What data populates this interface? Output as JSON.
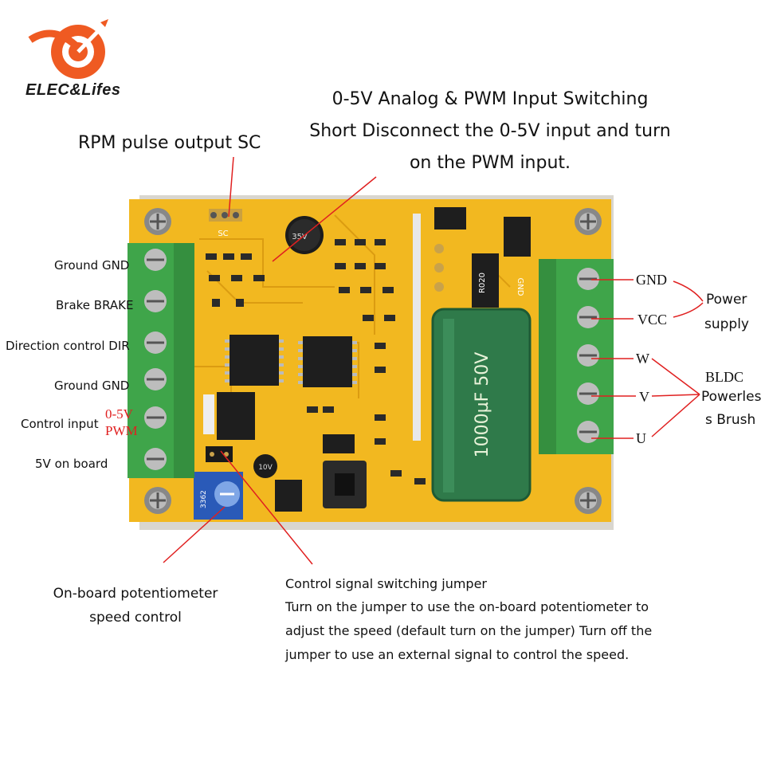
{
  "logo": {
    "text": "ELEC&Lifes"
  },
  "callouts": {
    "pwm_switch": {
      "line1": "0-5V Analog & PWM Input Switching",
      "line2": "Short Disconnect the 0-5V input and turn",
      "line3": "on the PWM input."
    },
    "rpm_output": "RPM pulse output SC",
    "left_terminals": [
      "Ground GND",
      "Brake BRAKE",
      "Direction control DIR",
      "Ground GND",
      "Control input",
      "5V on board"
    ],
    "control_input_modes": {
      "line1": "0-5V",
      "line2": "PWM"
    },
    "right_terminals": [
      "GND",
      "VCC",
      "W",
      "V",
      "U"
    ],
    "power_supply": {
      "line1": "Power",
      "line2": "supply"
    },
    "bldc": {
      "line1": "BLDC",
      "line2": "Powerles",
      "line3": "s Brush"
    },
    "potentiometer": {
      "line1": "On-board potentiometer",
      "line2": "speed control"
    },
    "jumper": {
      "line1": "Control signal switching jumper",
      "line2": "Turn on the jumper to use the on-board potentiometer to",
      "line3": "adjust the speed (default turn on the jumper) Turn off the",
      "line4": "jumper to use an external signal to control the speed."
    }
  },
  "board": {
    "capacitor_large": "1000µF 50V",
    "capacitor_small": "35V",
    "capacitor_tiny": "10V",
    "resistor": "R020",
    "pot_code": "3362",
    "silk_sc": "SC",
    "silk_gnd": "GND"
  },
  "colors": {
    "board": "#f2b820",
    "terminal": "#3fa54a",
    "capacitor": "#2f7a4a",
    "callout_line": "#e02020",
    "pot": "#2a5ab8"
  }
}
